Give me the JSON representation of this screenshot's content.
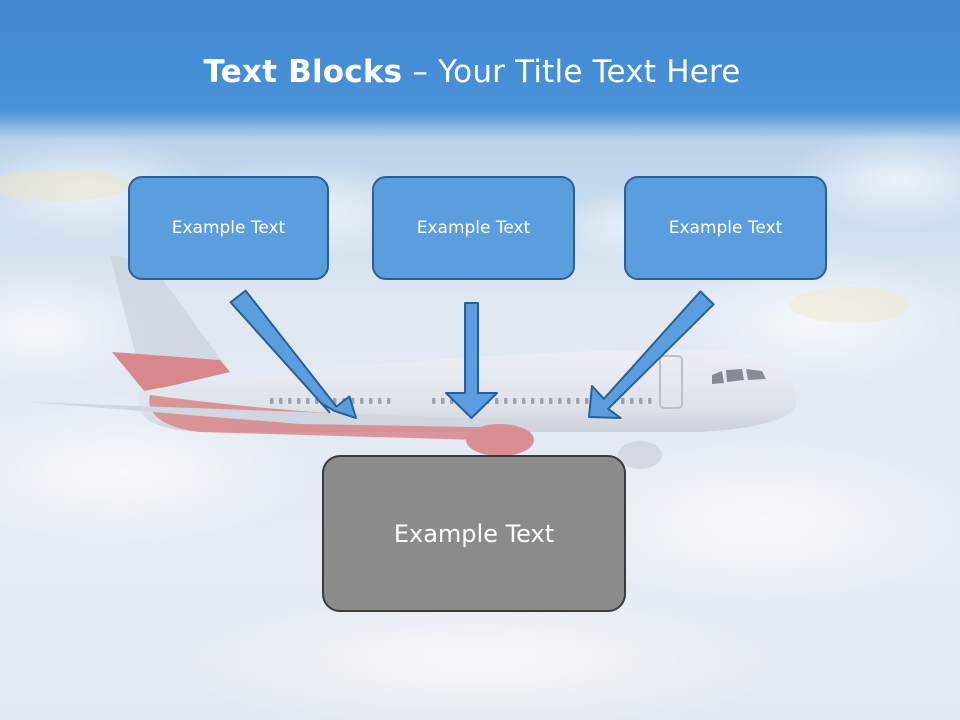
{
  "title": {
    "bold": "Text Blocks",
    "dash": " – ",
    "rest": "Your Title Text Here"
  },
  "blocks": [
    {
      "text": "Example Text"
    },
    {
      "text": "Example Text"
    },
    {
      "text": "Example Text"
    }
  ],
  "main_block": {
    "text": "Example Text"
  },
  "colors": {
    "block_fill": "#5b9ee0",
    "block_border": "#2a5f95",
    "main_fill": "#8b8b8b",
    "main_border": "#3a3a3a",
    "arrow_fill": "#5b9ee0"
  }
}
